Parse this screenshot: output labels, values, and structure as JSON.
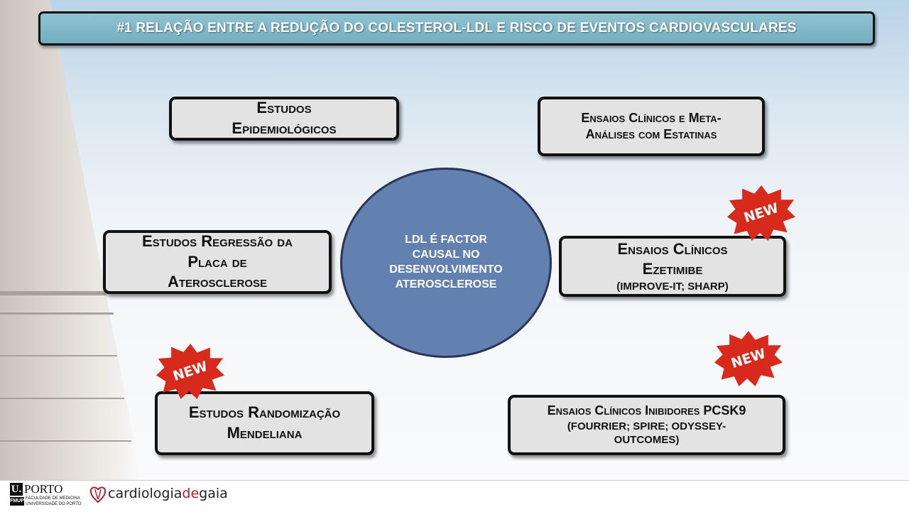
{
  "title": "#1 RELAÇÃO ENTRE A REDUÇÃO DO COLESTEROL-LDL E RISCO DE EVENTOS CARDIOVASCULARES",
  "center": {
    "line1": "LDL É  FACTOR",
    "line2": "CAUSAL NO",
    "line3": "DESENVOLVIMENTO",
    "line4": "ATEROSCLEROSE"
  },
  "boxes": {
    "epidemiologicos": {
      "line1": "Estudos",
      "line2": "Epidemiológicos"
    },
    "estatinas": {
      "line1": "Ensaios Clínicos e Meta-",
      "line2": "Análises com Estatinas"
    },
    "regressao": {
      "line1": "Estudos Regressão da",
      "line2": "Placa de",
      "line3": "Aterosclerose"
    },
    "ezetimibe": {
      "line1": "Ensaios Clínicos",
      "line2": "Ezetimibe",
      "line3": "(IMPROVE-IT; SHARP)"
    },
    "mendeliana": {
      "line1": "Estudos Randomização",
      "line2": "Mendeliana"
    },
    "pcsk9": {
      "line1": "Ensaios Clínicos Inibidores PCSK9",
      "line2": "(FOURRIER; SPIRE; ODYSSEY-",
      "line3": "OUTCOMES)"
    }
  },
  "badges": {
    "new_label": "NEW"
  },
  "footer": {
    "u_letter": "U.",
    "porto": "PORTO",
    "fmup": "FMUP",
    "faculdade": "FACULDADE DE MEDICINA",
    "universidade": "UNIVERSIDADE DO PORTO",
    "brand_part1": "cardiologia",
    "brand_part2": "de",
    "brand_part3": "gaia"
  },
  "colors": {
    "title_bar": "#7fb7c7",
    "circle": "#6280b0",
    "badge": "#d82a1c",
    "box": "#e3e3e3"
  }
}
